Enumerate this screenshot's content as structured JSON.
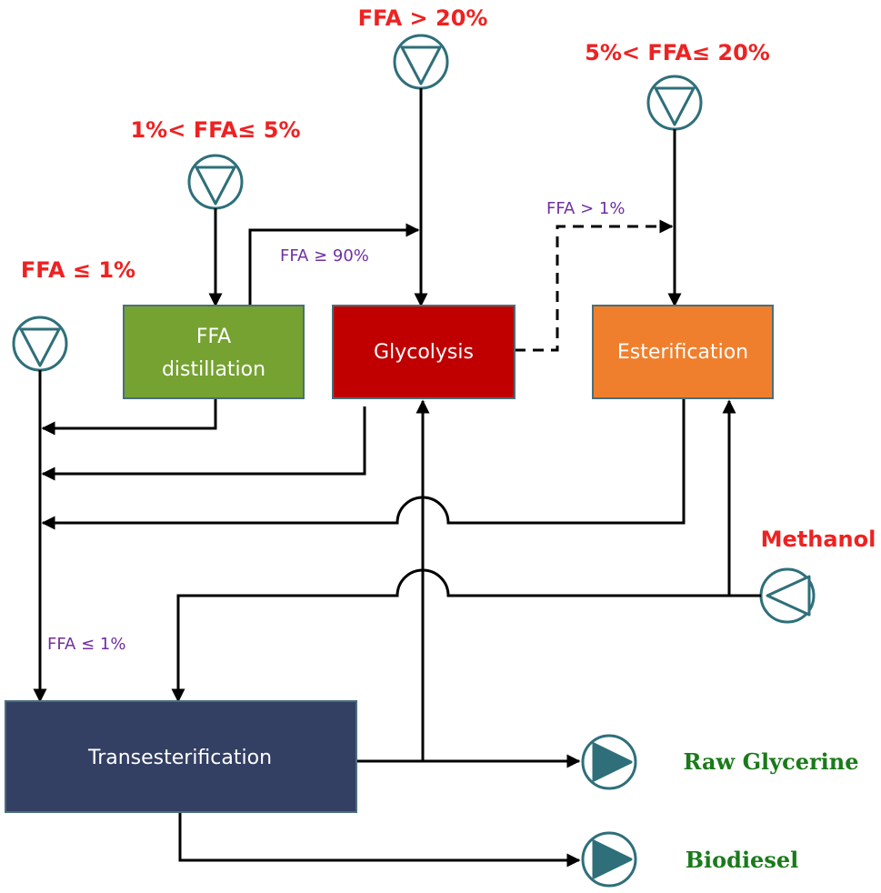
{
  "feeds": {
    "feed_high": "FFA > 20%",
    "feed_mid_high": "5%< FFA≤ 20%",
    "feed_mid_low": "1%< FFA≤ 5%",
    "feed_low": "FFA ≤ 1%"
  },
  "process_boxes": {
    "ffa_distillation_line1": "FFA",
    "ffa_distillation_line2": "distillation",
    "glycolysis": "Glycolysis",
    "esterification": "Esterification",
    "transesterification": "Transesterification"
  },
  "stream_labels": {
    "ffa_ge_90": "FFA ≥ 90%",
    "ffa_gt_1": "FFA > 1%",
    "ffa_le_1": "FFA ≤ 1%"
  },
  "inputs": {
    "methanol": "Methanol"
  },
  "outputs": {
    "raw_glycerine": "Raw Glycerine",
    "biodiesel": "Biodiesel"
  },
  "colors": {
    "ffa_distillation": "#76a232",
    "glycolysis": "#c00000",
    "esterification": "#f07f2d",
    "transesterification": "#333f63",
    "pump": "#2e6f7a",
    "feed_label": "#ee2222",
    "product_label": "#1a7a1a",
    "stream_label": "#7030a0"
  }
}
